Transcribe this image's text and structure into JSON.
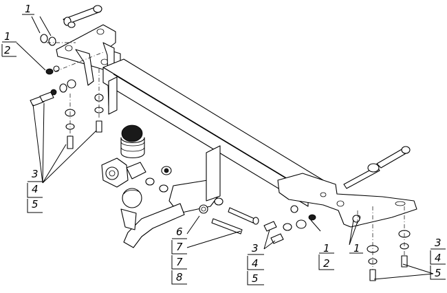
{
  "callouts": [
    {
      "id": "c1",
      "lines": [
        "1"
      ]
    },
    {
      "id": "c2",
      "lines": [
        "1",
        "2"
      ]
    },
    {
      "id": "c3",
      "lines": [
        "3",
        "4",
        "5"
      ]
    },
    {
      "id": "c4",
      "lines": [
        "6",
        "7",
        "7",
        "8"
      ]
    },
    {
      "id": "c5",
      "lines": [
        "3",
        "4",
        "5"
      ]
    },
    {
      "id": "c6",
      "lines": [
        "1",
        "2"
      ]
    },
    {
      "id": "c7",
      "lines": [
        "1"
      ]
    },
    {
      "id": "c8",
      "lines": [
        "3",
        "4",
        "5"
      ]
    }
  ]
}
